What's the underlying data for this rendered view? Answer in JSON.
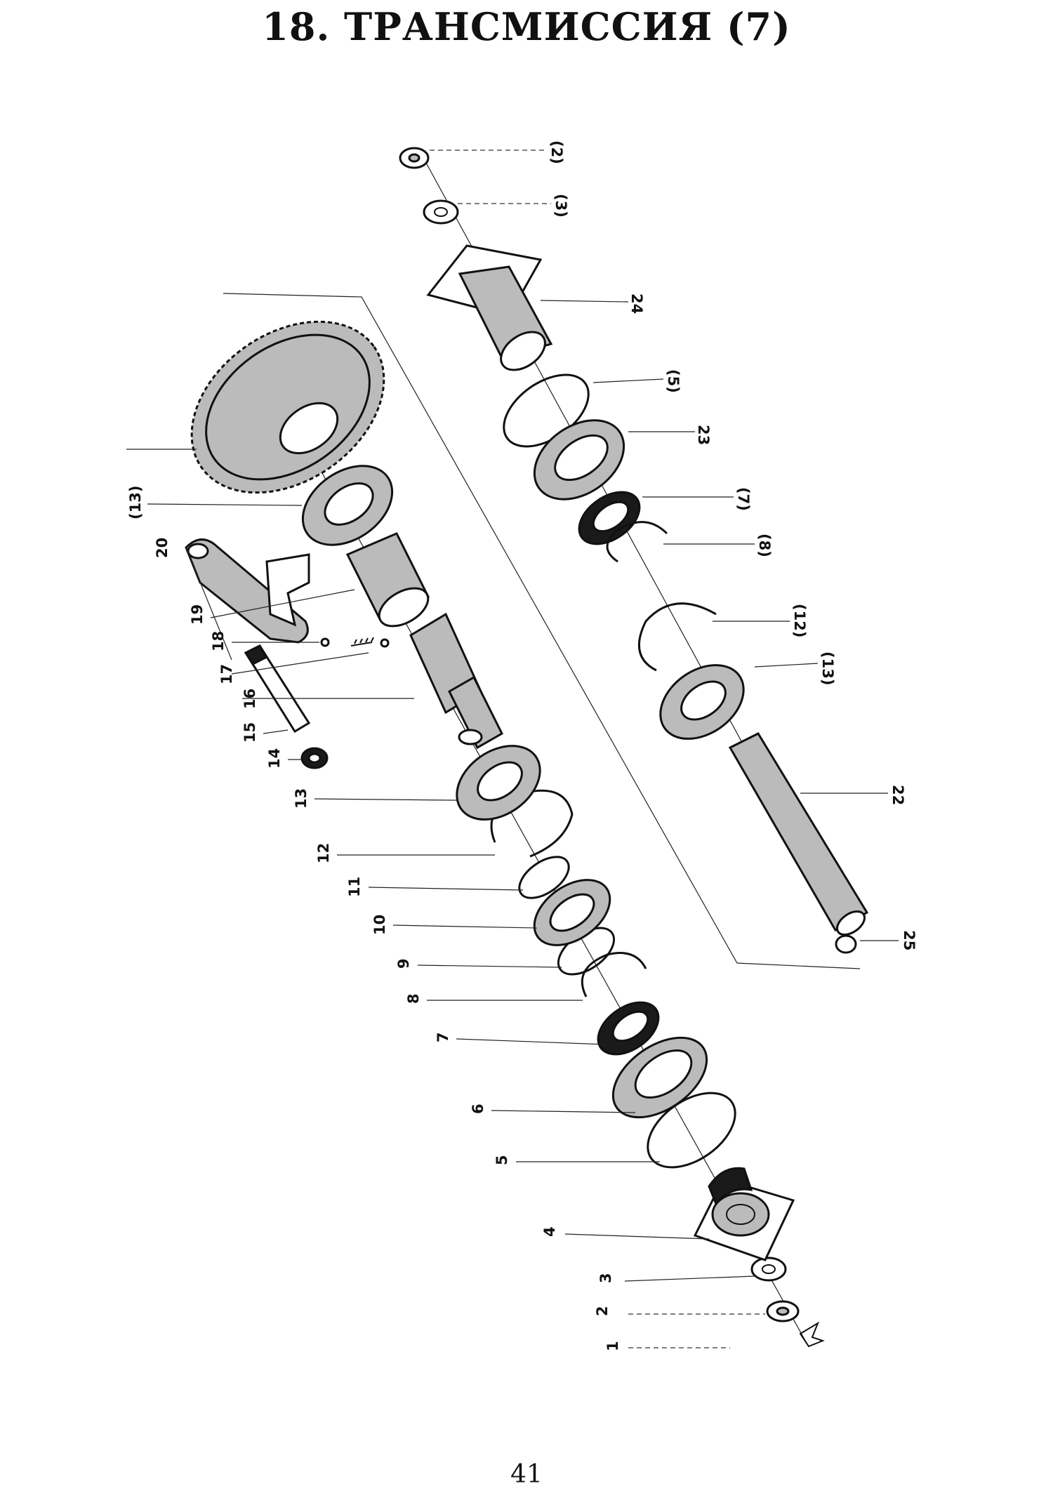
{
  "page": {
    "title": "18. ТРАНСМИССИЯ (7)",
    "page_number": "41"
  },
  "labels": [
    {
      "id": "l1",
      "text": "1"
    },
    {
      "id": "l2",
      "text": "2"
    },
    {
      "id": "l3",
      "text": "3"
    },
    {
      "id": "l4",
      "text": "4"
    },
    {
      "id": "l5",
      "text": "5"
    },
    {
      "id": "l6",
      "text": "6"
    },
    {
      "id": "l7",
      "text": "7"
    },
    {
      "id": "l8",
      "text": "8"
    },
    {
      "id": "l9",
      "text": "9"
    },
    {
      "id": "l10",
      "text": "10"
    },
    {
      "id": "l11",
      "text": "11"
    },
    {
      "id": "l12",
      "text": "12"
    },
    {
      "id": "l13",
      "text": "13"
    },
    {
      "id": "l14",
      "text": "14"
    },
    {
      "id": "l15",
      "text": "15"
    },
    {
      "id": "l16",
      "text": "16"
    },
    {
      "id": "l17",
      "text": "17"
    },
    {
      "id": "l18",
      "text": "18"
    },
    {
      "id": "l19",
      "text": "19"
    },
    {
      "id": "l20",
      "text": "20"
    },
    {
      "id": "l13b",
      "text": "(13)"
    },
    {
      "id": "l22",
      "text": "22"
    },
    {
      "id": "l23",
      "text": "23"
    },
    {
      "id": "l24",
      "text": "24"
    },
    {
      "id": "l25",
      "text": "25"
    },
    {
      "id": "lp2",
      "text": "(2)"
    },
    {
      "id": "lp3",
      "text": "(3)"
    },
    {
      "id": "lp5",
      "text": "(5)"
    },
    {
      "id": "lp7",
      "text": "(7)"
    },
    {
      "id": "lp8",
      "text": "(8)"
    },
    {
      "id": "lp12",
      "text": "(12)"
    },
    {
      "id": "lp13",
      "text": "(13)"
    }
  ]
}
